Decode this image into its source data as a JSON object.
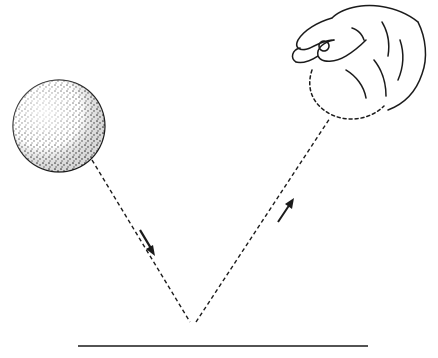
{
  "diagram": {
    "ink_color": "#1a1a1a",
    "background": "#ffffff",
    "elements": {
      "incoming_ball": "stippled-sphere",
      "hand": "hand-holding-ball-outline",
      "incident_path": "dashed-line",
      "reflected_path": "dashed-line",
      "incident_arrow": "arrow-down-right",
      "reflected_arrow": "arrow-up-right",
      "surface": "horizontal-line"
    }
  }
}
